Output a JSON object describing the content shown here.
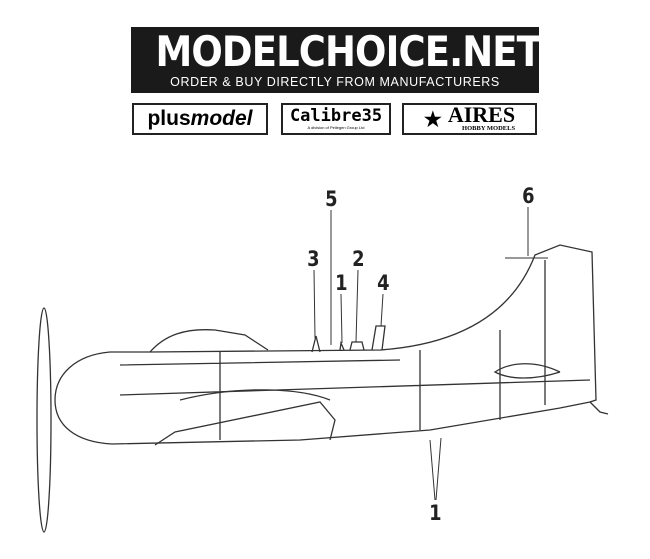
{
  "banner": {
    "title": "MODELCHOICE.NET",
    "subtitle": "ORDER & BUY DIRECTLY FROM MANUFACTURERS"
  },
  "logos": {
    "plusmodel_a": "plus",
    "plusmodel_b": "model",
    "calibre": "Calibre35",
    "calibre_small": "A division of Pellegen Group Ltd",
    "aires": "AIRES",
    "aires_sub": "HOBBY MODELS"
  },
  "callouts": [
    "5",
    "6",
    "3",
    "1",
    "2",
    "4",
    "1"
  ]
}
